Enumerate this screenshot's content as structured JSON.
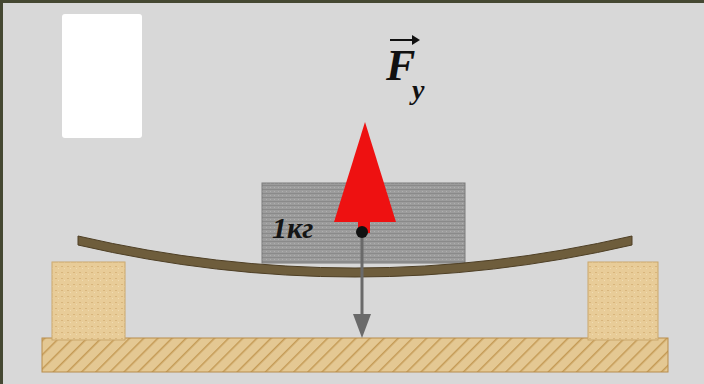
{
  "diagram": {
    "nodes": [
      {
        "text": [
          "1кг"
        ]
      }
    ],
    "labels": [
      "F",
      "у"
    ]
  }
}
